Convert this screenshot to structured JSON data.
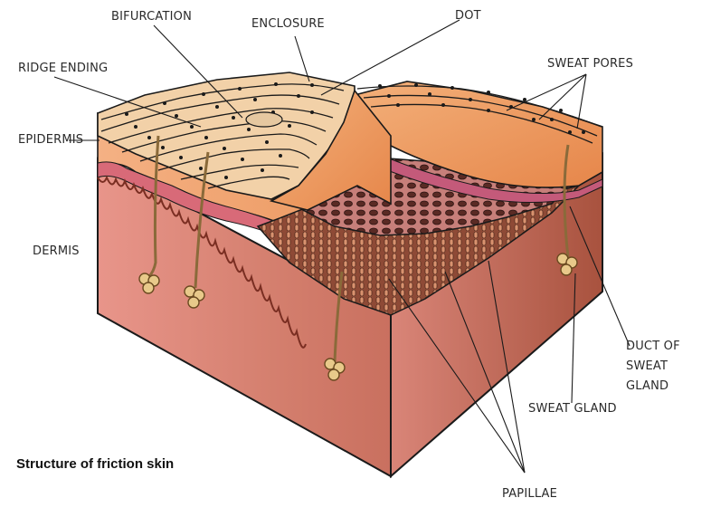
{
  "diagram": {
    "caption": "Structure of friction skin",
    "labels": {
      "bifurcation": "BIFURCATION",
      "enclosure": "ENCLOSURE",
      "dot": "DOT",
      "ridge_ending": "RIDGE ENDING",
      "sweat_pores": "SWEAT PORES",
      "epidermis": "EPIDERMIS",
      "dermis": "DERMIS",
      "duct_of_sweat_gland": "DUCT OF SWEAT GLAND",
      "sweat_gland": "SWEAT GLAND",
      "papillae": "PAPILLAE"
    },
    "colors": {
      "epidermis": "#f0a978",
      "epidermis_dark": "#e08850",
      "ridge_surface": "#f2d4ad",
      "pink_layer": "#d96a78",
      "dermis": "#d98478",
      "dermis_dark": "#b85d4a",
      "papillae_pit": "#7a3a2a",
      "gland": "#d9b67a",
      "outline": "#1a1a1a"
    }
  }
}
